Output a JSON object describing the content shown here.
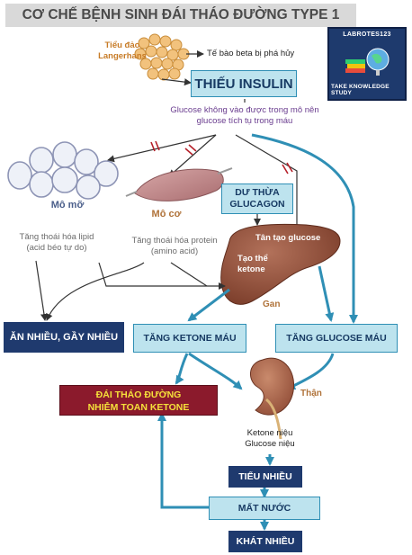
{
  "title": "CƠ CHẾ BỆNH SINH ĐÁI THÁO ĐƯỜNG TYPE 1",
  "logo": {
    "top_text": "LABROTES123",
    "bottom_text": "TAKE KNOWLEDGE STUDY"
  },
  "islet_label": "Tiểu đảo\nLangerhans",
  "beta_text": "Tế bào beta bị phá hủy",
  "insulin_box": "THIẾU INSULIN",
  "glucose_note": "Glucose không vào được trong mô nên\nglucose tích tụ trong máu",
  "fat": {
    "label": "Mô mỡ",
    "desc": "Tăng thoái hóa lipid\n(acid béo tự do)"
  },
  "muscle": {
    "label": "Mô cơ",
    "desc": "Tăng thoái hóa protein\n(amino acid)"
  },
  "glucagon_box": "DƯ THỪA\nGLUCAGON",
  "liver": {
    "gluconeo": "Tân tạo glucose",
    "ketone": "Tạo thể\nketone",
    "label": "Gan"
  },
  "eat_box": "ĂN NHIỀU, GẦY NHIỀU",
  "ketone_box": "TĂNG KETONE MÁU",
  "glucose_box": "TĂNG GLUCOSE MÁU",
  "dka_box": "ĐÁI THÁO ĐƯỜNG\nNHIỄM TOAN KETONE",
  "kidney_label": "Thận",
  "urine_text": "Ketone niệu\nGlucose niệu",
  "polyuria_box": "TIỂU NHIỀU",
  "dehydration_box": "MẤT NƯỚC",
  "thirst_box": "KHÁT NHIỀU",
  "colors": {
    "navy": "#1f3a6e",
    "teal": "#2f8fb5",
    "pale": "#bde3ee",
    "dka_red": "#8b1a2c",
    "dka_text": "#f5e03a",
    "liver": "#8a4a36",
    "arrow_red": "#b5202a"
  }
}
